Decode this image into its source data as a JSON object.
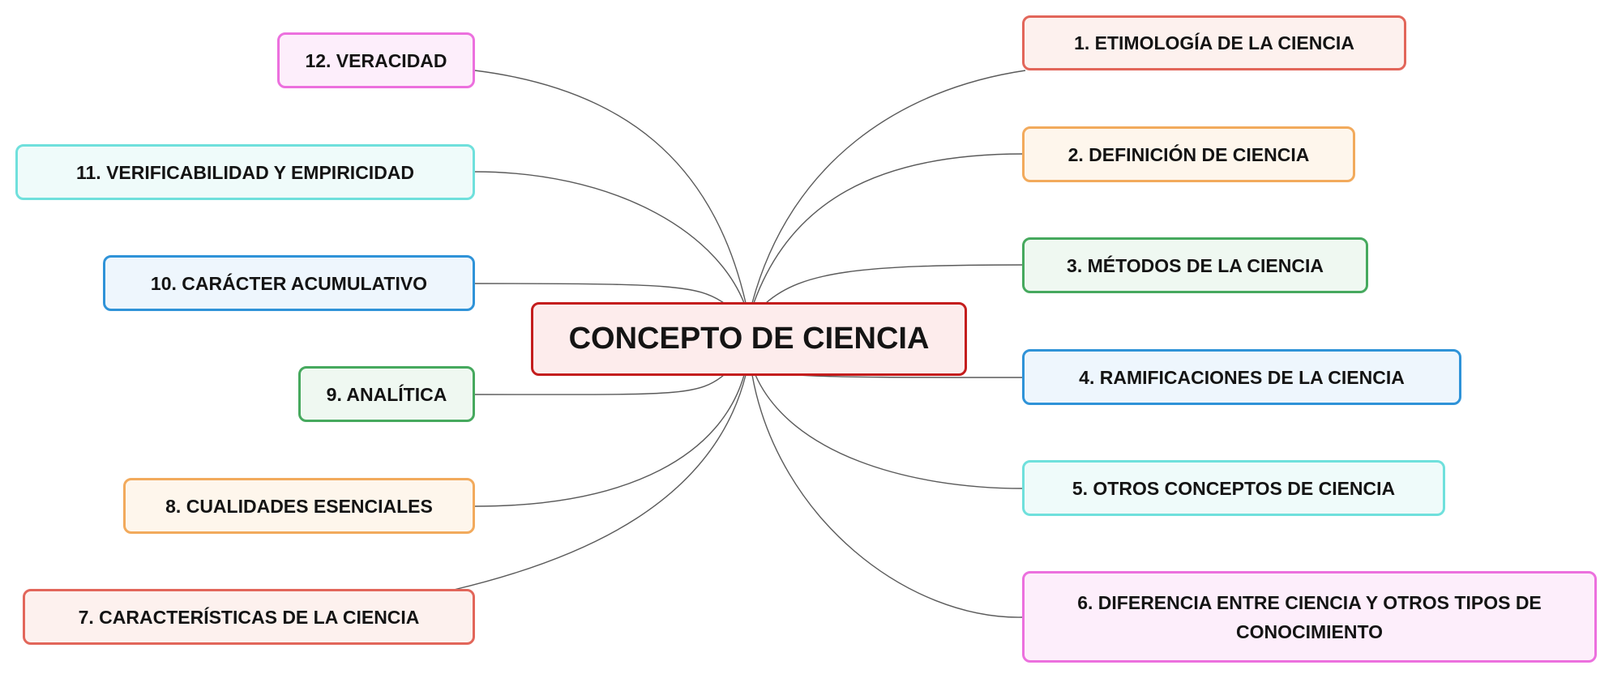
{
  "center": {
    "label": "CONCEPTO DE CIENCIA"
  },
  "nodes": [
    {
      "label": "1. ETIMOLOGÍA DE LA CIENCIA"
    },
    {
      "label": "2. DEFINICIÓN DE CIENCIA"
    },
    {
      "label": "3. MÉTODOS DE LA CIENCIA"
    },
    {
      "label": "4. RAMIFICACIONES DE LA CIENCIA"
    },
    {
      "label": "5. OTROS CONCEPTOS DE CIENCIA"
    },
    {
      "label": "6. DIFERENCIA ENTRE CIENCIA Y OTROS TIPOS DE CONOCIMIENTO"
    },
    {
      "label": "7. CARACTERÍSTICAS DE LA CIENCIA"
    },
    {
      "label": "8. CUALIDADES ESENCIALES"
    },
    {
      "label": "9. ANALÍTICA"
    },
    {
      "label": "10. CARÁCTER ACUMULATIVO"
    },
    {
      "label": "11. VERIFICABILIDAD Y EMPIRICIDAD"
    },
    {
      "label": "12. VERACIDAD"
    }
  ],
  "colors": {
    "connector": "#5a5a5a",
    "center_border": "#c41d1d",
    "center_fill": "#fdecec"
  }
}
